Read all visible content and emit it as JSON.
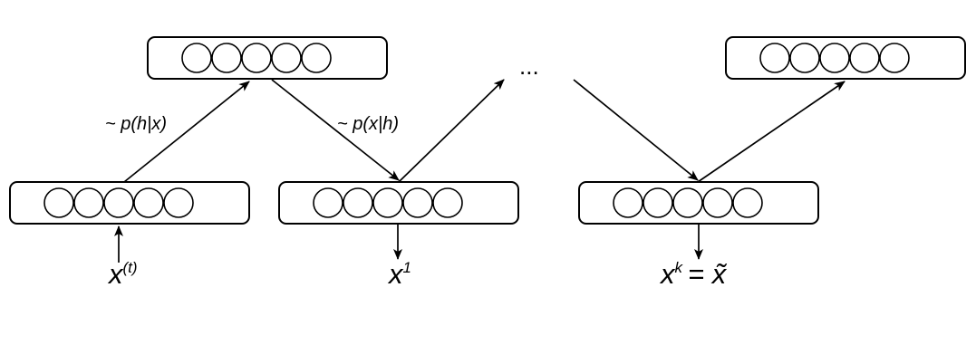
{
  "diagram": {
    "units_per_layer": 5,
    "layers": [
      {
        "id": "visible-t",
        "role": "visible"
      },
      {
        "id": "hidden-1",
        "role": "hidden"
      },
      {
        "id": "visible-1",
        "role": "visible"
      },
      {
        "id": "visible-k",
        "role": "visible"
      },
      {
        "id": "hidden-k",
        "role": "hidden"
      }
    ],
    "labels": {
      "sample_h": "~ p(h|x)",
      "sample_x": "~ p(x|h)",
      "ellipsis": "...",
      "input_base": "x",
      "input_sup": "(t)",
      "step1_base": "x",
      "step1_sup": "1",
      "stepk_base": "x",
      "stepk_sup": "k",
      "stepk_rhs": "= x̃"
    },
    "colors": {
      "stroke": "#000000",
      "fill": "#ffffff"
    }
  }
}
